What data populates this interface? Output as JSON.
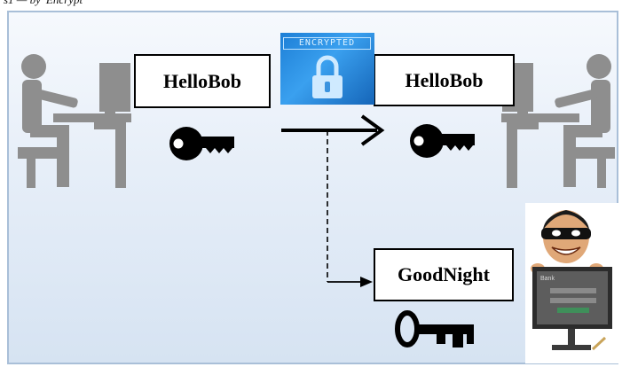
{
  "caption": "s1 — by 'Encrypt",
  "left_message": "HelloBob",
  "right_message": "HelloBob",
  "attacker_message": "GoodNight",
  "encrypted_label": "ENCRYPTED",
  "monitor_label": "Bank",
  "colors": {
    "panel_border": "#a9bfd8",
    "panel_bg_top": "#f6f9fd",
    "panel_bg_bottom": "#d6e3f2",
    "person_gray": "#8e8e8e",
    "encrypted_bg": "#2a8fe4",
    "key_color": "#000000"
  },
  "icons": {
    "sender": "person-at-computer-icon",
    "receiver": "person-at-computer-icon",
    "shared_key": "solid-key-icon",
    "wrong_key": "outline-key-icon",
    "lock": "padlock-icon",
    "attacker": "masked-hacker-icon"
  }
}
